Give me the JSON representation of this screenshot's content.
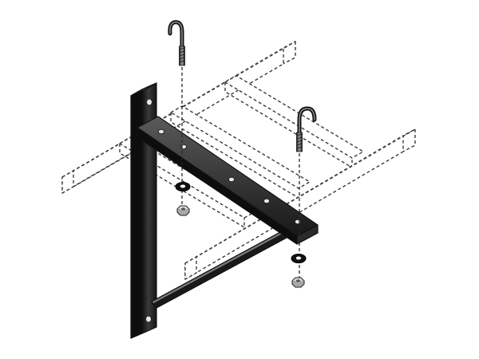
{
  "diagram": {
    "parts": [
      {
        "name": "cable-ladder-tray",
        "style": "dashed-outline"
      },
      {
        "name": "wall-bracket-vertical-plate",
        "style": "solid-dark"
      },
      {
        "name": "bracket-horizontal-arm",
        "style": "solid-dark"
      },
      {
        "name": "diagonal-support-strut",
        "style": "solid-dark"
      },
      {
        "name": "j-hook-bolt",
        "count": 2
      },
      {
        "name": "washer",
        "count": 2
      },
      {
        "name": "hex-nut",
        "count": 2
      }
    ],
    "colors": {
      "metal_dark": "#1c1c1c",
      "metal_highlight": "#6a6a6a",
      "outline": "#3a3a3a",
      "background": "#ffffff"
    }
  }
}
